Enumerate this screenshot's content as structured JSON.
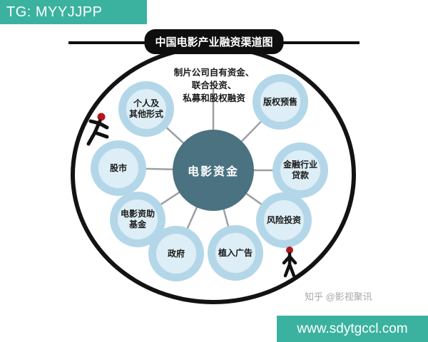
{
  "banners": {
    "tg": "TG: MYYJJPP",
    "site": "www.sdytgccl.com",
    "zhihu": "知乎 @影视聚讯"
  },
  "diagram": {
    "title": "中国电影产业融资渠道图",
    "center_label": "电影资金",
    "nodes": [
      {
        "label": "制片公司自有资金、\n联合投资、\n私募和股权融资"
      },
      {
        "label": "版权预售"
      },
      {
        "label": "金融行业\n贷款"
      },
      {
        "label": "风险投资"
      },
      {
        "label": "植入广告"
      },
      {
        "label": "政府"
      },
      {
        "label": "电影资助\n基金"
      },
      {
        "label": "股市"
      },
      {
        "label": "个人及\n其他形式"
      }
    ],
    "colors": {
      "banner_teal": "#3bb2a0",
      "node_ring": "#b3d7e8",
      "node_fill": "#ddeef6",
      "hub_fill": "#4a7280",
      "spoke_gray": "#9aa0a3",
      "figure_head_red": "#b0181f",
      "title_bg": "#0e0e0e"
    }
  }
}
